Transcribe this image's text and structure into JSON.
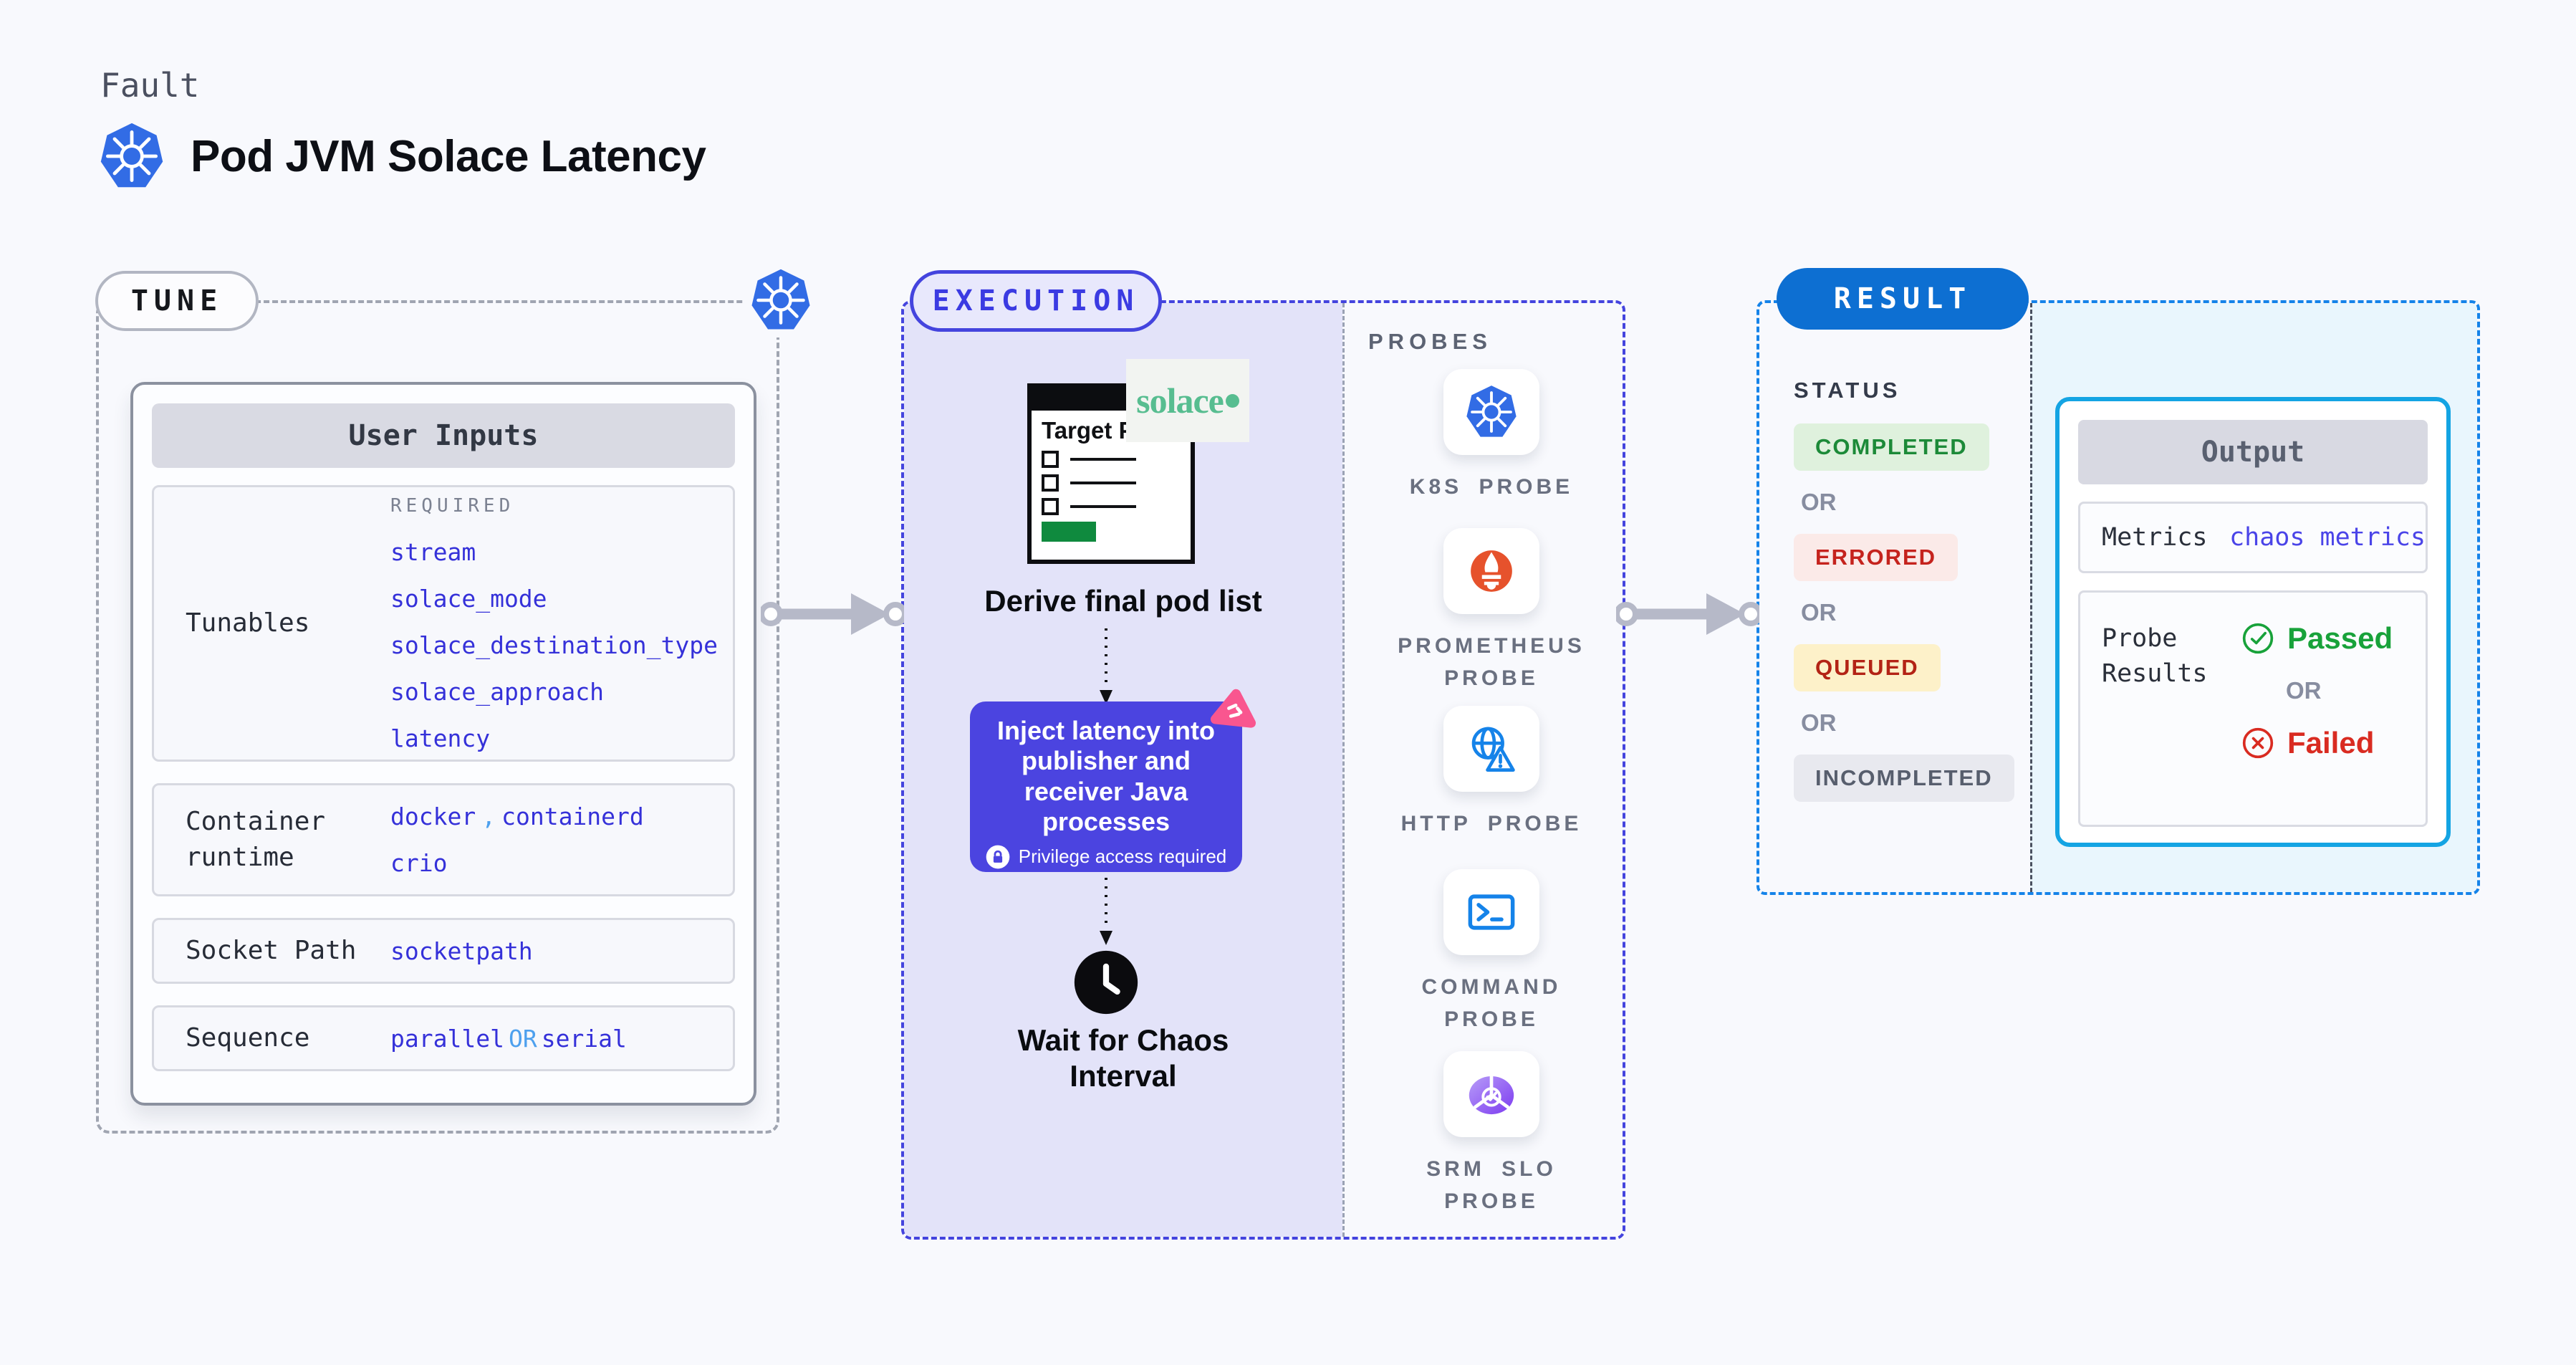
{
  "colors": {
    "page_bg": "#f8f9fd",
    "indigo": "#4444de",
    "indigo_fill": "#e3e3f9",
    "inject_bg": "#4b44e0",
    "blue_badge": "#0d6fd2",
    "result_dash": "#1583e9",
    "cyan_border": "#14a4e3",
    "cyan_bg": "#e9f6fd",
    "value_blue": "#3531d9",
    "value_blue_light": "#4da0ee",
    "green": "#18a23a",
    "red": "#d92b21",
    "k8s_blue": "#326ce5",
    "prometheus_orange": "#e6522c",
    "http_blue": "#1583e9",
    "solace_green": "#57bd90",
    "pink": "#f9568f",
    "gray_dash": "#a0a5b1",
    "arrow_gray": "#b6b9c8",
    "status_completed_bg": "#dff1dd",
    "status_completed_fg": "#1c8a38",
    "status_errored_bg": "#fbeae8",
    "status_errored_fg": "#c5231d",
    "status_queued_bg": "#fdf1c9",
    "status_queued_fg": "#b32315",
    "status_incompleted_bg": "#e8e9ef",
    "status_incompleted_fg": "#575e6d"
  },
  "header": {
    "eyebrow": "Fault",
    "title": "Pod JVM Solace Latency",
    "title_icon": "kubernetes-icon"
  },
  "tune": {
    "badge": "TUNE",
    "corner_icon": "kubernetes-icon",
    "user_inputs": {
      "header": "User Inputs",
      "tunables": {
        "label": "Tunables",
        "required_label": "REQUIRED",
        "values": [
          "stream",
          "solace_mode",
          "solace_destination_type",
          "solace_approach",
          "latency"
        ]
      },
      "container_runtime": {
        "label": "Container runtime",
        "value1": "docker",
        "separator": ",",
        "value2": "containerd",
        "value3": "crio"
      },
      "socket_path": {
        "label": "Socket Path",
        "value": "socketpath"
      },
      "sequence": {
        "label": "Sequence",
        "value1": "parallel",
        "or": "OR",
        "value2": "serial"
      }
    }
  },
  "execution": {
    "badge": "EXECUTION",
    "target_pods": {
      "window_title": "Target Pods",
      "logo_text": "solace",
      "logo_icon": "solace-logo"
    },
    "steps": {
      "derive": "Derive final pod list",
      "inject": "Inject latency into publisher and receiver Java processes",
      "privilege_note": "Privilege access required",
      "wait": "Wait for Chaos Interval"
    }
  },
  "probes": {
    "heading": "PROBES",
    "items": [
      {
        "icon": "kubernetes-probe-icon",
        "label": "K8S PROBE"
      },
      {
        "icon": "prometheus-probe-icon",
        "label": "PROMETHEUS PROBE"
      },
      {
        "icon": "http-probe-icon",
        "label": "HTTP PROBE"
      },
      {
        "icon": "command-probe-icon",
        "label": "COMMAND PROBE"
      },
      {
        "icon": "srm-slo-probe-icon",
        "label": "SRM SLO PROBE"
      }
    ]
  },
  "result": {
    "badge": "RESULT",
    "status": {
      "heading": "STATUS",
      "or_label": "OR",
      "options": [
        {
          "label": "COMPLETED"
        },
        {
          "label": "ERRORED"
        },
        {
          "label": "QUEUED"
        },
        {
          "label": "INCOMPLETED"
        }
      ]
    },
    "output": {
      "header": "Output",
      "metrics_label": "Metrics",
      "metrics_value": "chaos metrics",
      "probe_results_label": "Probe Results",
      "passed": "Passed",
      "or": "OR",
      "failed": "Failed"
    }
  }
}
